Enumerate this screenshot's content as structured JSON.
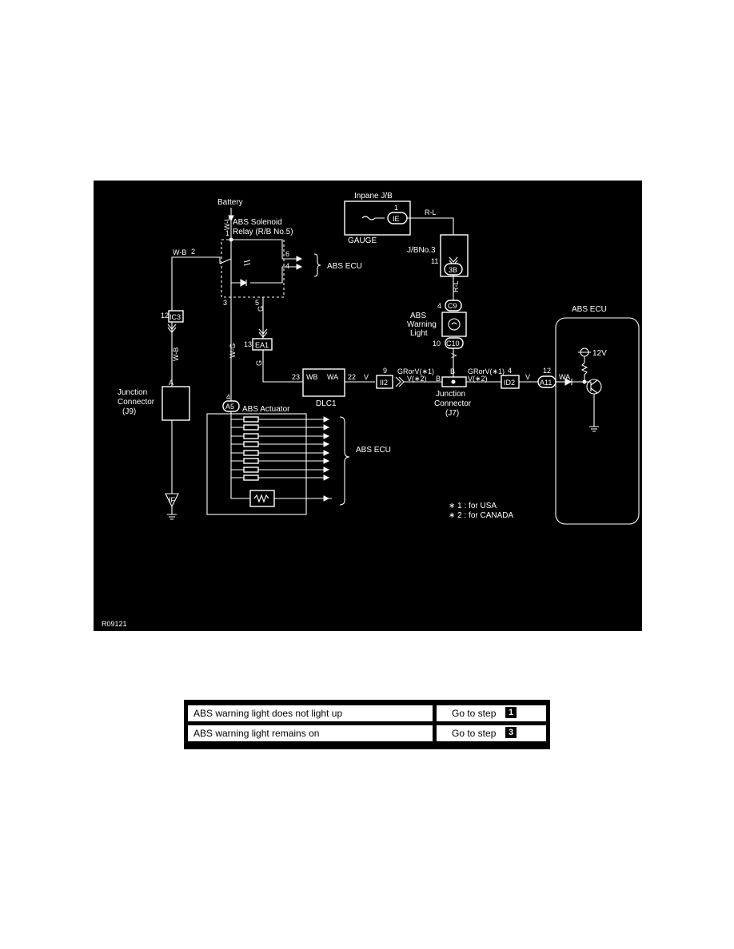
{
  "diagram": {
    "figure_id": "R09121",
    "battery": "Battery",
    "relay_name": "ABS Solenoid",
    "relay_location": "Relay  (R/B No.5)",
    "inpane": "Inpane J/B",
    "gauge": "GAUGE",
    "jbno3": "J/BNo.3",
    "abs_ecu_top": "ABS ECU",
    "abs_ecu_mid": "ABS ECU",
    "abs_ecu_right": "ABS ECU",
    "abs_actuator": "ABS Actuator",
    "warning_light": [
      "ABS",
      "Warning",
      "Light"
    ],
    "jc_left": [
      "Junction",
      "Connector",
      "(J9)"
    ],
    "jc_mid": [
      "Junction",
      "Connector",
      "(J7)"
    ],
    "dlc": "DLC1",
    "v12": "12V",
    "note1": "∗ 1 : for USA",
    "note2": "∗ 2 : for CANADA",
    "connectors": {
      "ie": "IE",
      "b3": "3B",
      "c9": "C9",
      "c10": "C10",
      "ic3": "IC3",
      "ea1": "EA1",
      "a5": "A5",
      "ii2": "II2",
      "id2": "ID2",
      "a11": "A11",
      "if": "IF"
    },
    "wires": {
      "wl": "W-L",
      "wb1": "W-B",
      "wb2": "W-B",
      "wg": "W-G",
      "g1": "G",
      "g2": "G",
      "rl1": "R-L",
      "rl2": "R-L",
      "v1": "V",
      "v2": "V",
      "v3": "V",
      "b1": "B",
      "b2": "B",
      "wa": "WA",
      "wa2": "WA",
      "wb3": "WB",
      "gr1": "GRorV(∗1)",
      "gr1b": "V(∗2)",
      "gr2": "GRorV(∗1)",
      "gr2b": "V(∗2)"
    },
    "pins": {
      "p1": "1",
      "p2": "2",
      "p3": "3",
      "p4": "4",
      "p5": "5",
      "p6": "6",
      "ie1": "1",
      "b3_11": "11",
      "c9_4": "4",
      "c10_10": "10",
      "ic3_12": "12",
      "ea1_13": "13",
      "a5_4": "4",
      "ii2_9": "9",
      "id2_4": "4",
      "a11_12": "12",
      "dlc23": "23",
      "dlc22": "22",
      "jA": "A"
    }
  },
  "table": {
    "rows": [
      {
        "desc": "ABS warning light does not light up",
        "go": "Go to step",
        "step": "1"
      },
      {
        "desc": "ABS warning light remains on",
        "go": "Go to step",
        "step": "3"
      }
    ]
  }
}
